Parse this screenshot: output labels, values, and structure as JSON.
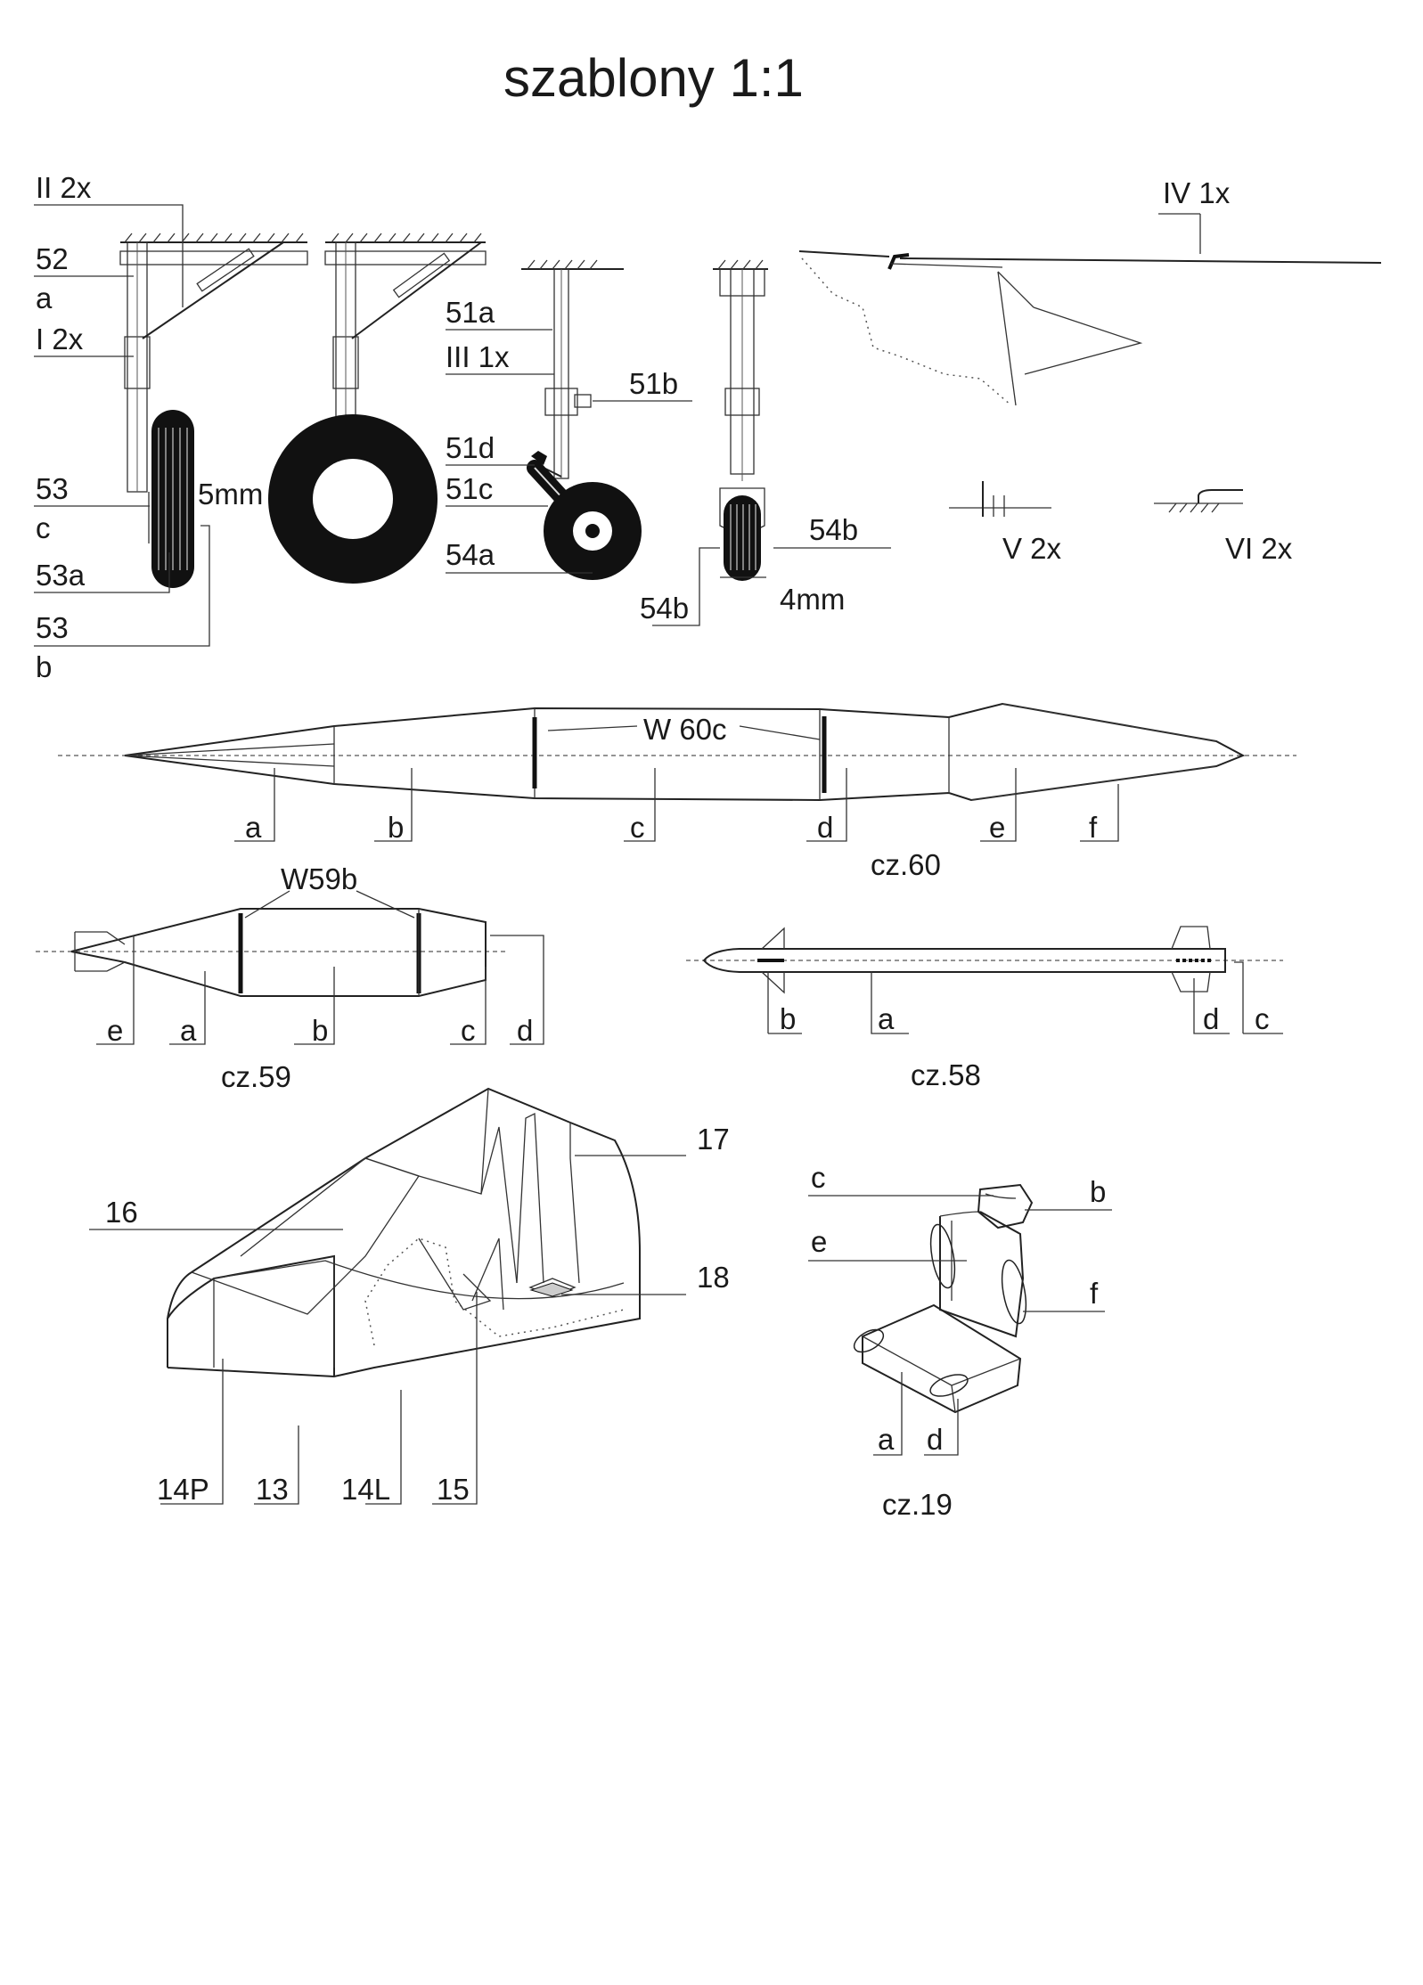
{
  "title": "szablony 1:1",
  "labels": {
    "ii_2x": "II 2x",
    "iv_1x": "IV 1x",
    "l52": "52",
    "l52_a": "a",
    "i_2x": "I 2x",
    "l51a": "51a",
    "iii_1x": "III 1x",
    "l51b": "51b",
    "l51d": "51d",
    "l51c": "51c",
    "l54a": "54a",
    "l53": "53",
    "l53_c": "c",
    "mm5": "5mm",
    "l53a": "53a",
    "l53b": "53",
    "l53b_b": "b",
    "l54b_top": "54b",
    "l54b_bot": "54b",
    "mm4": "4mm",
    "v_2x": "V 2x",
    "vi_2x": "VI 2x"
  },
  "part60": {
    "callout": "W 60c",
    "letters": [
      "a",
      "b",
      "c",
      "d",
      "e",
      "f"
    ],
    "caption": "cz.60"
  },
  "part59": {
    "callout": "W59b",
    "letters": [
      "e",
      "a",
      "b",
      "c",
      "d"
    ],
    "caption": "cz.59"
  },
  "part58": {
    "letters": [
      "b",
      "a",
      "d",
      "c"
    ],
    "caption": "cz.58"
  },
  "cockpit": {
    "n16": "16",
    "n17": "17",
    "n18": "18",
    "n14p": "14P",
    "n13": "13",
    "n14l": "14L",
    "n15": "15"
  },
  "part19": {
    "c": "c",
    "b": "b",
    "e": "e",
    "f": "f",
    "a": "a",
    "d": "d",
    "caption": "cz.19"
  }
}
